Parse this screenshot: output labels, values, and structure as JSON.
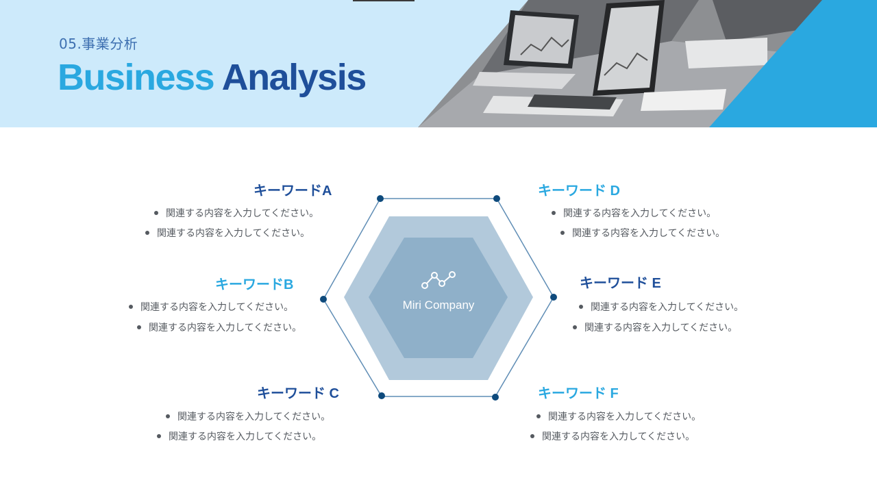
{
  "header": {
    "subtitle": "05.事業分析",
    "title_part1": "Business",
    "title_part2": "Analysis"
  },
  "center": {
    "label": "Miri Company",
    "icon": "line-chart-icon"
  },
  "keywords": [
    {
      "title": "キーワードA",
      "items": [
        "関連する内容を入力してください。",
        "関連する内容を入力してください。"
      ]
    },
    {
      "title": "キーワードB",
      "items": [
        "関連する内容を入力してください。",
        "関連する内容を入力してください。"
      ]
    },
    {
      "title": "キーワード C",
      "items": [
        "関連する内容を入力してください。",
        "関連する内容を入力してください。"
      ]
    },
    {
      "title": "キーワード D",
      "items": [
        "関連する内容を入力してください。",
        "関連する内容を入力してください。"
      ]
    },
    {
      "title": "キーワード E",
      "items": [
        "関連する内容を入力してください。",
        "関連する内容を入力してください。"
      ]
    },
    {
      "title": "キーワード F",
      "items": [
        "関連する内容を入力してください。",
        "関連する内容を入力してください。"
      ]
    }
  ],
  "colors": {
    "dark_blue": "#1f4f9a",
    "light_blue": "#2aa8e0",
    "header_bg": "#cdeafb",
    "hex_outer": "#b2c9db",
    "hex_inner": "#8fb0c9",
    "hex_line": "#5f8db5",
    "node": "#0e4a7c"
  }
}
